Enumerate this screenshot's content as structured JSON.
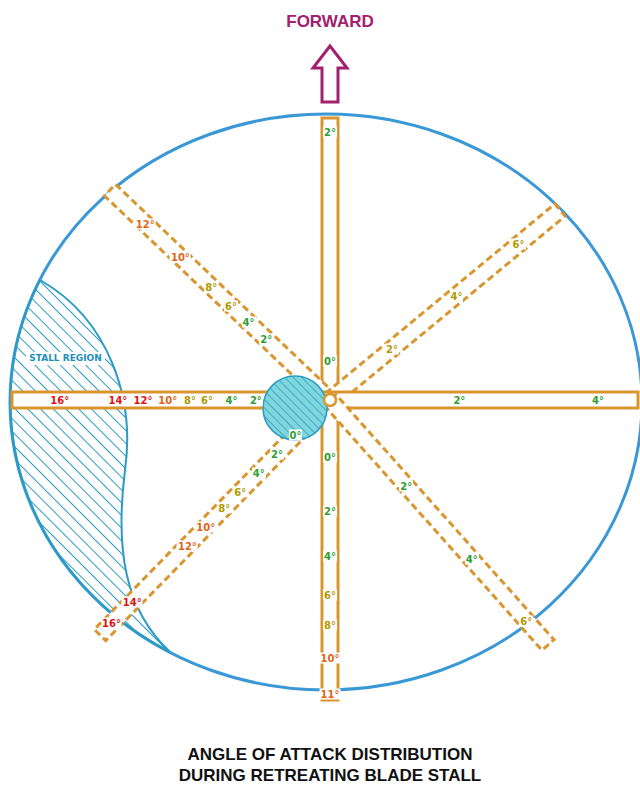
{
  "diagram": {
    "title": "FORWARD",
    "caption": "ANGLE OF ATTACK DISTRIBUTION DURING RETREATING BLADE STALL",
    "nodes": [
      {
        "text": [
          "STALL REGION"
        ]
      }
    ],
    "labels": [
      "2°",
      "0°",
      "12°",
      "10°",
      "8°",
      "6°",
      "4°",
      "2°",
      "6°",
      "4°",
      "2°",
      "16°",
      "14°",
      "12°",
      "10°",
      "8°",
      "6°",
      "4°",
      "2°",
      "2°",
      "4°",
      "0°",
      "2°",
      "4°",
      "6°",
      "8°",
      "10°",
      "12°",
      "14°",
      "16°",
      "0°",
      "2°",
      "4°",
      "6°",
      "8°",
      "10°",
      "11°",
      "2°",
      "4°",
      "6°"
    ]
  }
}
